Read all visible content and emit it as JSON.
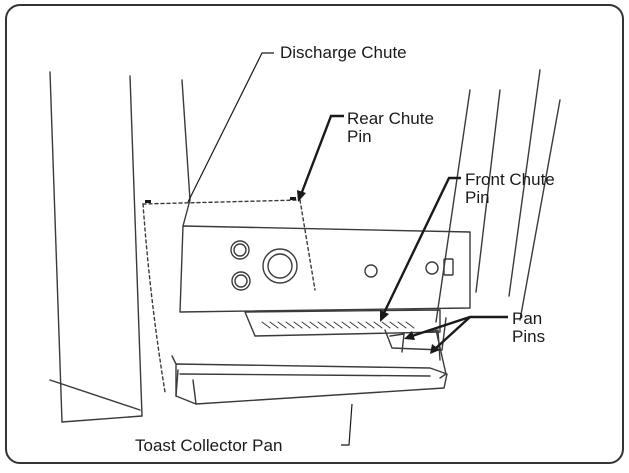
{
  "figure": {
    "labels": {
      "discharge_chute": "Discharge Chute",
      "rear_chute_pin": "Rear Chute\nPin",
      "front_chute_pin": "Front Chute\nPin",
      "pan_pins": "Pan\nPins",
      "toast_collector_pan": "Toast Collector Pan"
    }
  }
}
